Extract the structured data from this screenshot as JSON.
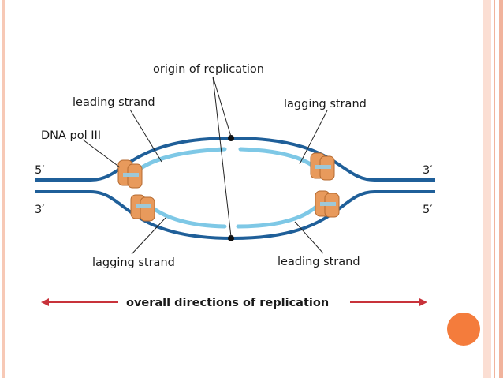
{
  "labels": {
    "origin": "origin of replication",
    "leading_top": "leading strand",
    "lagging_top": "lagging strand",
    "dna_pol": "DNA pol III",
    "lagging_bottom": "lagging strand",
    "leading_bottom": "leading strand",
    "top_left_end": "5′",
    "top_right_end": "3′",
    "bottom_left_end": "3′",
    "bottom_right_end": "5′",
    "directions": "overall directions of replication"
  },
  "colors": {
    "parent_strand": "#1f5f99",
    "new_strand": "#7ec8e6",
    "polymerase": "#e89a5c",
    "arrow": "#c8323a",
    "accent": "#f47c3c"
  }
}
